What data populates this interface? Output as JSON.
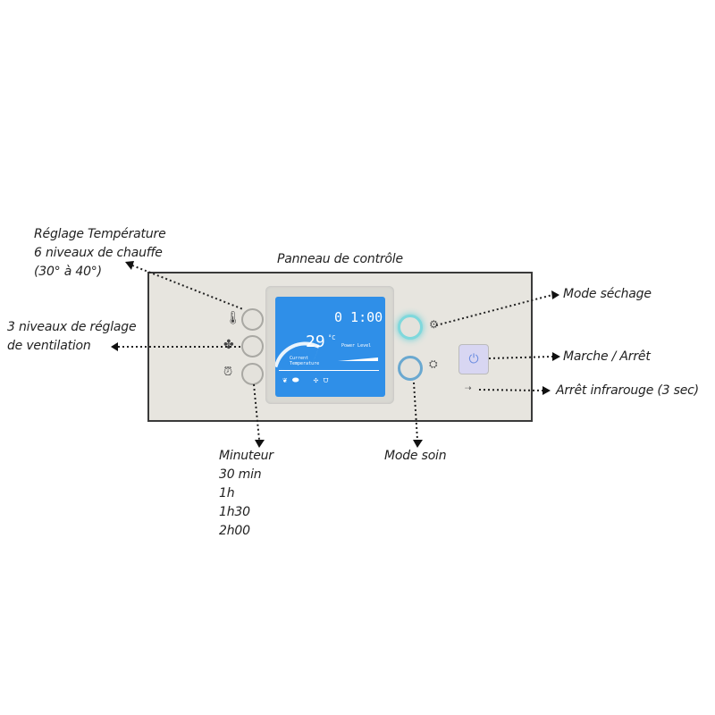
{
  "title": "Panneau de contrôle",
  "labels": {
    "temperature": [
      "Réglage Température",
      "6 niveaux de chauffe",
      "(30° à 40°)"
    ],
    "ventilation": [
      "3 niveaux de réglage",
      "de ventilation"
    ],
    "timer": [
      "Minuteur",
      "30 min",
      "1h",
      "1h30",
      "2h00"
    ],
    "care": "Mode soin",
    "drying": "Mode séchage",
    "power": "Marche / Arrêt",
    "ir_off": "Arrêt infrarouge (3 sec)"
  },
  "lcd": {
    "temp": "29",
    "unit": "°C",
    "time": "0 1:00",
    "power_level": "Power Level",
    "current_temp": "Current Temperature"
  },
  "colors": {
    "lcd": "#2f8fe8",
    "glow": "#5fd0d8",
    "power": "#c9c8f0"
  }
}
